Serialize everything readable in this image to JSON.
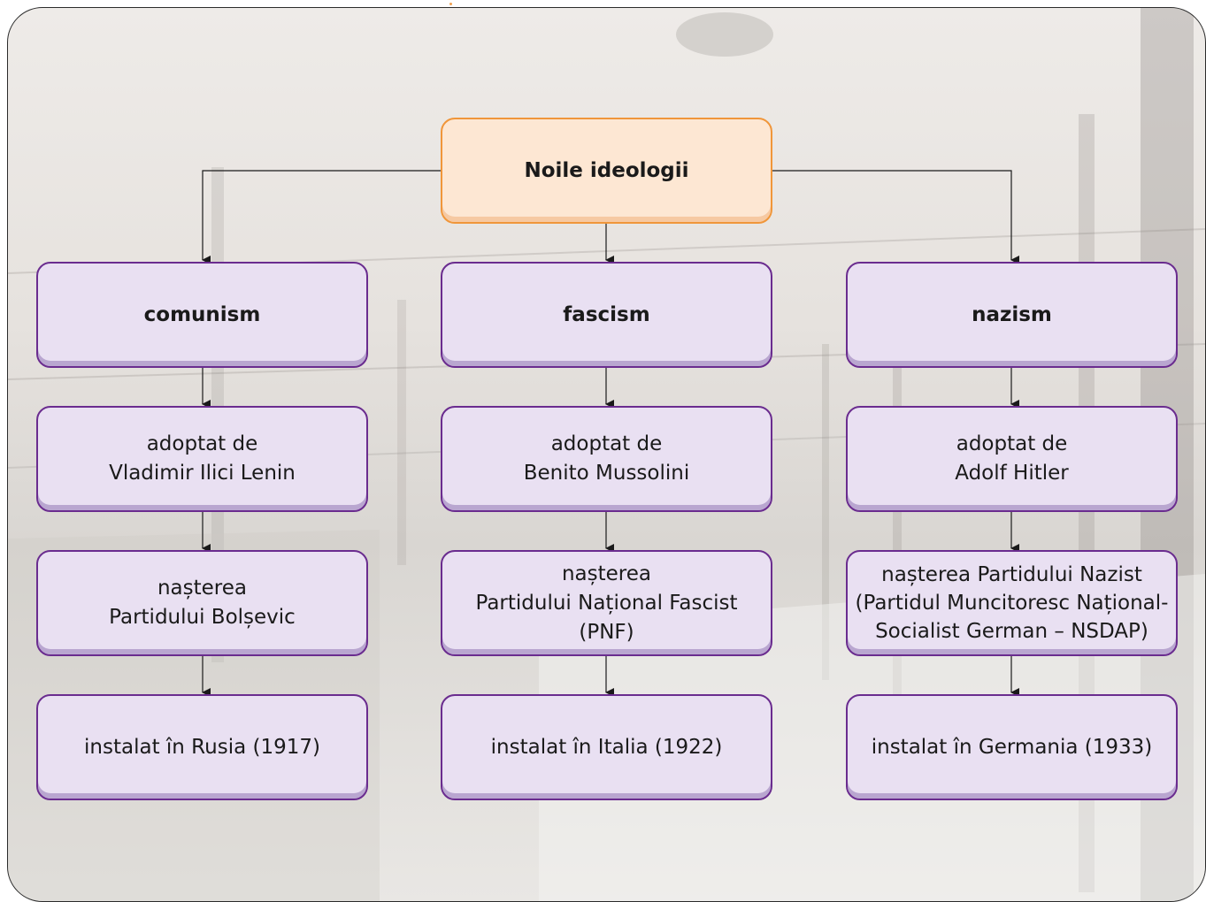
{
  "root": {
    "label": "Noile ideologii"
  },
  "columns": [
    {
      "ideology": "comunism",
      "leader": "adoptat de\nVladimir Ilici Lenin",
      "party": "nașterea\nPartidului Bolșevic",
      "installed": "instalat în Rusia (1917)"
    },
    {
      "ideology": "fascism",
      "leader": "adoptat de\nBenito Mussolini",
      "party": "nașterea\nPartidului Național Fascist (PNF)",
      "installed": "instalat în Italia (1922)"
    },
    {
      "ideology": "nazism",
      "leader": "adoptat de\nAdolf Hitler",
      "party": "nașterea Partidului Nazist\n(Partidul Muncitoresc Național-\nSocialist German – NSDAP)",
      "installed": "instalat în Germania (1933)"
    }
  ],
  "colors": {
    "box_border": "#6a2c8f",
    "box_fill": "#e9e0f2",
    "root_border": "#f0963a",
    "root_fill": "#fde7d3"
  }
}
